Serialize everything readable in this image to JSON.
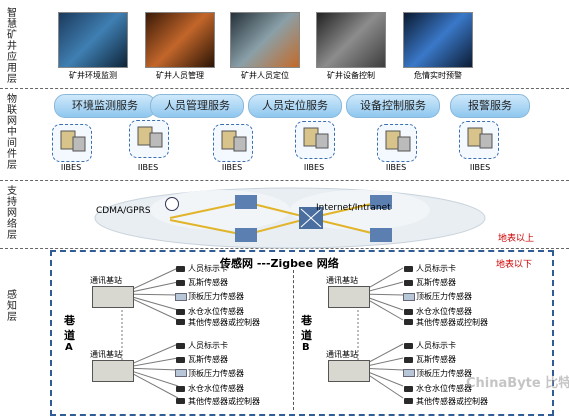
{
  "layers": {
    "application": "智慧矿井应用层",
    "middleware": "物联网中间件层",
    "network": "支持网络层",
    "sensing": "感知层"
  },
  "apps": [
    "矿井环境监测",
    "矿井人员管理",
    "矿井人员定位",
    "矿井设备控制",
    "危情实时预警"
  ],
  "services": [
    "环境监测服务",
    "人员管理服务",
    "人员定位服务",
    "设备控制服务",
    "报警服务"
  ],
  "server_label": "IIBES",
  "network": {
    "left": "CDMA/GPRS",
    "right": "Internet/Intranet"
  },
  "surface_above": "地表以上",
  "surface_below": "地表以下",
  "sensor_title": "传感网 ---Zigbee 网络",
  "tunnel_a": [
    "巷",
    "道",
    "A"
  ],
  "tunnel_b": [
    "巷",
    "道",
    "B"
  ],
  "base_station": "通讯基站",
  "sensors": [
    "人员标示卡",
    "瓦斯传感器",
    "顶板压力传感器",
    "水仓水位传感器",
    "其他传感器或控制器"
  ],
  "watermark": "ChinaByte 比特网"
}
